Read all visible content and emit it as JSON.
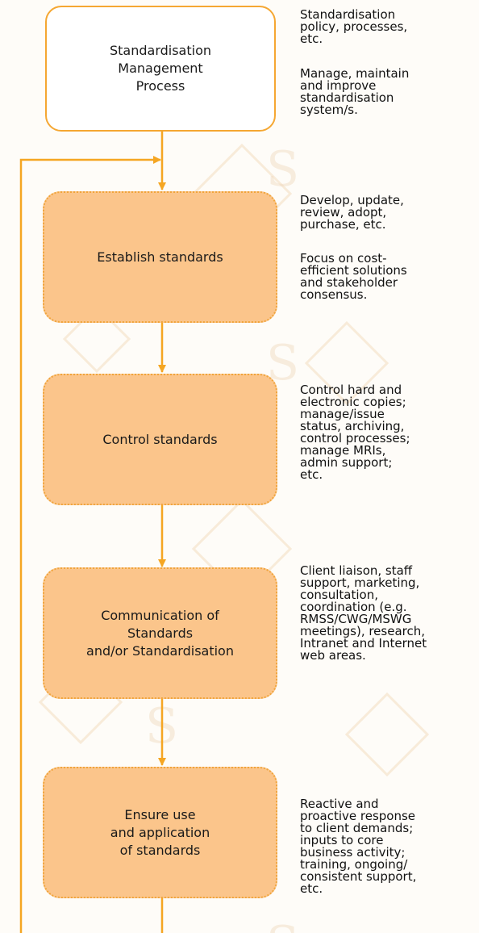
{
  "flow": {
    "top_box": {
      "label": "Standardisation\nManagement\nProcess"
    },
    "top_notes": [
      "Standardisation\npolicy, processes,\netc.",
      "Manage, maintain\nand improve\nstandardisation\nsystem/s."
    ],
    "steps": [
      {
        "label": "Establish standards",
        "notes": [
          "Develop, update,\nreview, adopt,\npurchase, etc.",
          "Focus on cost-\nefficient solutions\nand  stakeholder\nconsensus."
        ]
      },
      {
        "label": "Control standards",
        "notes": [
          "Control hard and\nelectronic copies;\nmanage/issue\nstatus, archiving,\ncontrol processes;\nmanage MRIs,\nadmin support;\netc."
        ]
      },
      {
        "label": "Communication of\nStandards\nand/or Standardisation",
        "notes": [
          "Client liaison, staff\nsupport, marketing,\nconsultation,\ncoordination (e.g.\nRMSS/CWG/MSWG\nmeetings), research,\nIntranet and Internet\nweb areas."
        ]
      },
      {
        "label": "Ensure use\nand application\nof standards",
        "notes": [
          "Reactive and\nproactive response\nto client demands;\ninputs to core\nbusiness activity;\ntraining, ongoing/\nconsistent support,\netc."
        ]
      }
    ]
  },
  "colors": {
    "arrow": "#f5a623",
    "step_fill": "#fbc58b",
    "box_border": "#f5a732"
  }
}
